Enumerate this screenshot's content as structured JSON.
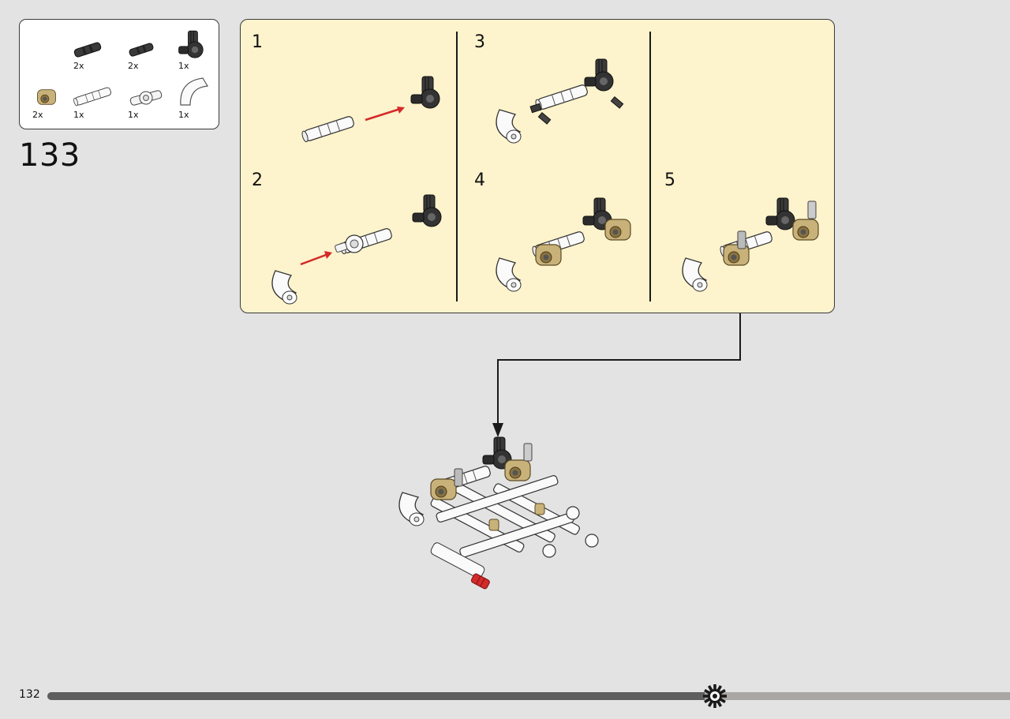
{
  "parts_list": {
    "items": [
      {
        "name": "dark-axle-connector",
        "qty": "2x"
      },
      {
        "name": "dark-short-axle-connector",
        "qty": "2x"
      },
      {
        "name": "black-angled-connector",
        "qty": "1x"
      },
      {
        "name": "tan-cross-block",
        "qty": "2x"
      },
      {
        "name": "white-long-axle-connector",
        "qty": "1x"
      },
      {
        "name": "white-pin-connector",
        "qty": "1x"
      },
      {
        "name": "white-curved-tube",
        "qty": "1x"
      }
    ]
  },
  "step": {
    "number": "133"
  },
  "substeps": [
    {
      "label": "1"
    },
    {
      "label": "2"
    },
    {
      "label": "3"
    },
    {
      "label": "4"
    },
    {
      "label": "5"
    }
  ],
  "footer": {
    "page_number": "132",
    "progress": 0.6825
  },
  "colors": {
    "page_bg": "#e3e3e3",
    "panel_bg": "#fdf3cc",
    "arrow_red": "#d42a2a",
    "tan": "#c9b27a",
    "dark_gray": "#333333",
    "progress_fill": "#5e5e5e",
    "progress_track": "#aaa6a3"
  },
  "icons": {
    "progress_marker": "gear-icon"
  }
}
